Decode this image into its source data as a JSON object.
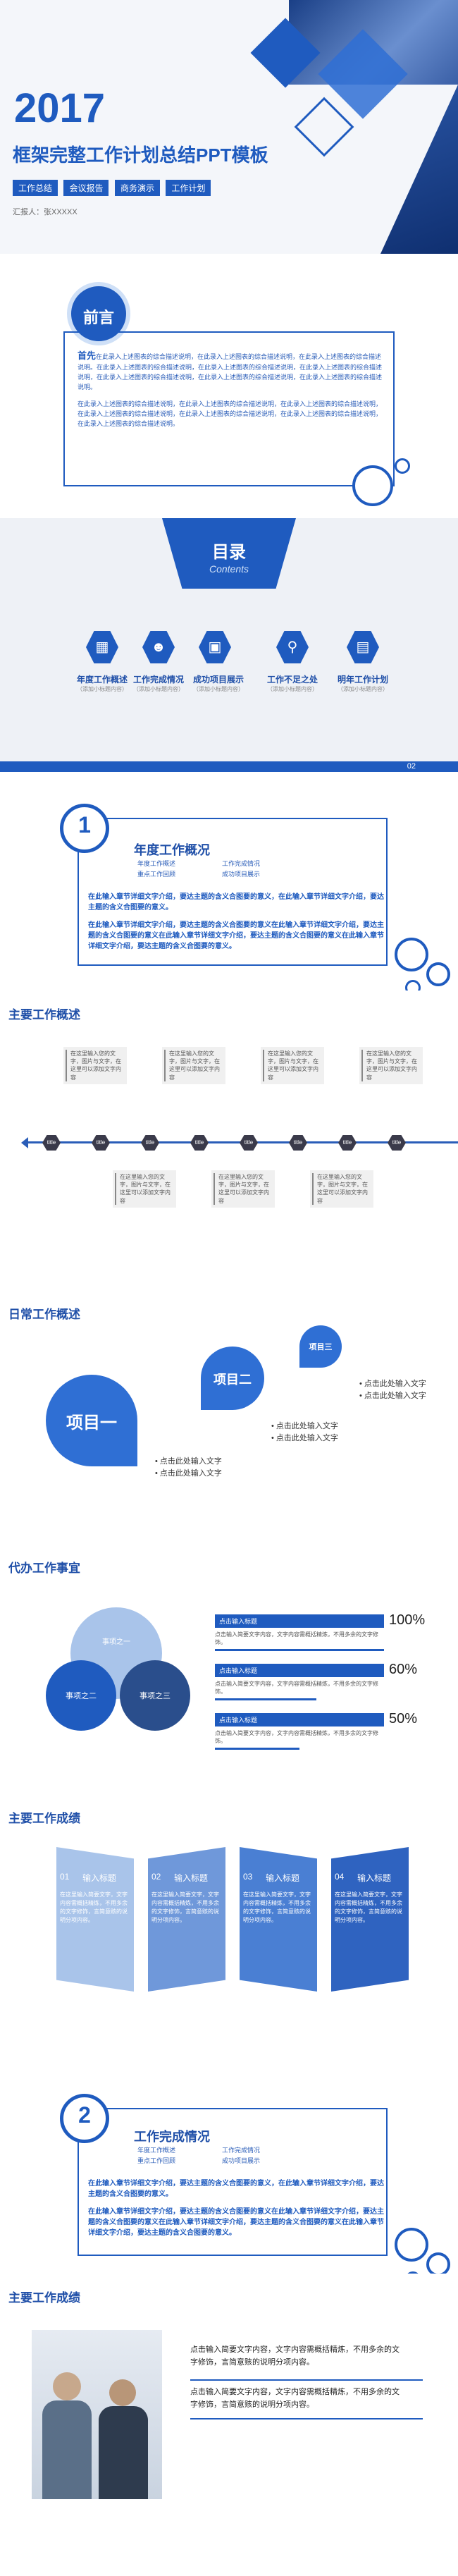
{
  "cover": {
    "year": "2017",
    "title": "框架完整工作计划总结PPT模板",
    "tags": [
      "工作总结",
      "会议报告",
      "商务演示",
      "工作计划"
    ],
    "reporter": "汇报人：张XXXXX"
  },
  "preface": {
    "badge": "前言",
    "lead": "首先",
    "para1": "在此录入上述图表的综合描述说明，在此录入上述图表的综合描述说明，在此录入上述图表的综合描述说明。在此录入上述图表的综合描述说明，在此录入上述图表的综合描述说明，在此录入上述图表的综合描述说明，在此录入上述图表的综合描述说明，在此录入上述图表的综合描述说明，在此录入上述图表的综合描述说明。",
    "para2": "在此录入上述图表的综合描述说明，在此录入上述图表的综合描述说明，在此录入上述图表的综合描述说明，在此录入上述图表的综合描述说明，在此录入上述图表的综合描述说明，在此录入上述图表的综合描述说明，在此录入上述图表的综合描述说明。"
  },
  "contents": {
    "title": "目录",
    "subtitle": "Contents",
    "page": "02",
    "items": [
      {
        "label": "年度工作概述",
        "sub": "（添加小标题内容）"
      },
      {
        "label": "工作完成情况",
        "sub": "（添加小标题内容）"
      },
      {
        "label": "成功项目展示",
        "sub": "（添加小标题内容）"
      },
      {
        "label": "工作不足之处",
        "sub": "（添加小标题内容）"
      },
      {
        "label": "明年工作计划",
        "sub": "（添加小标题内容）"
      }
    ]
  },
  "section1": {
    "num": "1",
    "title": "年度工作概况",
    "bullets": [
      "年度工作概述",
      "工作完成情况",
      "重点工作回顾",
      "成功项目展示"
    ],
    "p1": "在此输入章节详细文字介绍，要达主题的含义合图要的意义，在此输入章节详细文字介绍，要达主题的含义合图要的意义。",
    "p2": "在此输入章节详细文字介绍，要达主题的含义合图要的意义在此输入章节详细文字介绍，要达主题的含义合图要的意义在此输入章节详细文字介绍，要达主题的含义合图要的意义在此输入章节详细文字介绍，要达主题的含义合图要的意义。"
  },
  "timeline": {
    "heading": "主要工作概述",
    "years": [
      "title",
      "title",
      "title",
      "title",
      "title",
      "title",
      "title",
      "title"
    ],
    "box_text": "在这里输入您的文字，图片与文字，在这里可以添加文字内容"
  },
  "daily": {
    "heading": "日常工作概述",
    "p1": "项目一",
    "p2": "项目二",
    "p3": "项目三",
    "bullet": "点击此处输入文字"
  },
  "todo": {
    "heading": "代办工作事宜",
    "c1": "事项之一",
    "c2": "事项之二",
    "c3": "事项之三",
    "rows": [
      {
        "label": "点击输入标题",
        "desc": "点击输入简要文字内容，文字内容需概括精炼，不用多余的文字修饰。",
        "pct": "100%"
      },
      {
        "label": "点击输入标题",
        "desc": "点击输入简要文字内容，文字内容需概括精炼，不用多余的文字修饰。",
        "pct": "60%"
      },
      {
        "label": "点击输入标题",
        "desc": "点击输入简要文字内容，文字内容需概括精炼，不用多余的文字修饰。",
        "pct": "50%"
      }
    ]
  },
  "results": {
    "heading": "主要工作成绩",
    "cards": [
      {
        "num": "01",
        "title": "输入标题",
        "text": "在这里输入简要文字，文字内容需概括精炼，不用多余的文字修饰，言简意赅的说明分项内容。"
      },
      {
        "num": "02",
        "title": "输入标题",
        "text": "在这里输入简要文字，文字内容需概括精炼，不用多余的文字修饰，言简意赅的说明分项内容。"
      },
      {
        "num": "03",
        "title": "输入标题",
        "text": "在这里输入简要文字，文字内容需概括精炼，不用多余的文字修饰，言简意赅的说明分项内容。"
      },
      {
        "num": "04",
        "title": "输入标题",
        "text": "在这里输入简要文字，文字内容需概括精炼，不用多余的文字修饰，言简意赅的说明分项内容。"
      }
    ]
  },
  "section2": {
    "num": "2",
    "title": "工作完成情况",
    "bullets": [
      "年度工作概述",
      "工作完成情况",
      "重点工作回顾",
      "成功项目展示"
    ],
    "p1": "在此输入章节详细文字介绍，要达主题的含义合图要的意义，在此输入章节详细文字介绍，要达主题的含义合图要的意义。",
    "p2": "在此输入章节详细文字介绍，要达主题的含义合图要的意义在此输入章节详细文字介绍，要达主题的含义合图要的意义在此输入章节详细文字介绍，要达主题的含义合图要的意义在此输入章节详细文字介绍，要达主题的含义合图要的意义。"
  },
  "results2": {
    "heading": "主要工作成绩",
    "t1": "点击输入简要文字内容，文字内容需概括精炼，不用多余的文字修饰，言简意赅的说明分项内容。",
    "t2": "点击输入简要文字内容，文字内容需概括精炼，不用多余的文字修饰，言简意赅的说明分项内容。"
  }
}
